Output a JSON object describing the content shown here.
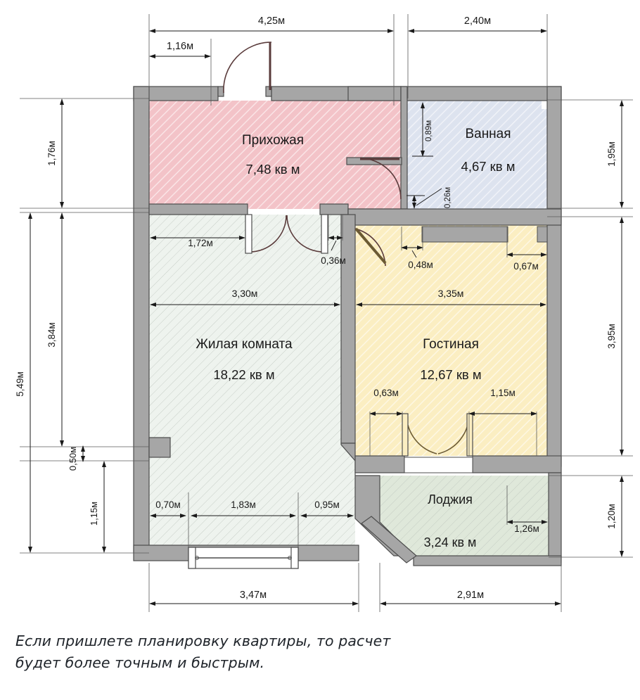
{
  "document": {
    "type": "apartment-floor-plan",
    "units": "м / кв м"
  },
  "caption": {
    "line1": "Если пришлете планировку квартиры, то расчет",
    "line2": "будет более точным и быстрым."
  },
  "colors": {
    "hallway_fill": "#f3c3c8",
    "bathroom_fill": "#dde3ef",
    "living_room_fill": "#e9f0ea",
    "lounge_fill": "#fbeec2",
    "loggia_fill": "#dfe8da",
    "wall_fill": "#a6a6a6",
    "wall_stroke": "#4d4d4d",
    "dimension_line": "#1a1a1a",
    "text": "#1a1a1a"
  },
  "rooms": [
    {
      "id": "hallway",
      "name": "Прихожая",
      "area": "7,48 кв м",
      "fill": "#f3c3c8"
    },
    {
      "id": "bathroom",
      "name": "Ванная",
      "area": "4,67 кв м",
      "fill": "#dde3ef"
    },
    {
      "id": "living_room",
      "name": "Жилая комната",
      "area": "18,22 кв м",
      "fill": "#e9f0ea"
    },
    {
      "id": "lounge",
      "name": "Гостиная",
      "area": "12,67 кв м",
      "fill": "#fbeec2"
    },
    {
      "id": "loggia",
      "name": "Лоджия",
      "area": "3,24 кв м",
      "fill": "#dfe8da"
    }
  ],
  "dimensions": {
    "top": [
      {
        "id": "top-4-25",
        "label": "4,25м"
      },
      {
        "id": "top-1-16",
        "label": "1,16м"
      },
      {
        "id": "top-2-40",
        "label": "2,40м"
      }
    ],
    "left": [
      {
        "id": "left-1-76",
        "label": "1,76м"
      },
      {
        "id": "left-3-84",
        "label": "3,84м"
      },
      {
        "id": "left-5-49",
        "label": "5,49м"
      },
      {
        "id": "left-0-50",
        "label": "0,50м"
      },
      {
        "id": "left-1-15",
        "label": "1,15м"
      }
    ],
    "right": [
      {
        "id": "right-1-95",
        "label": "1,95м"
      },
      {
        "id": "right-3-95",
        "label": "3,95м"
      },
      {
        "id": "right-1-20",
        "label": "1,20м"
      }
    ],
    "bottom": [
      {
        "id": "bottom-3-47",
        "label": "3,47м"
      },
      {
        "id": "bottom-2-91",
        "label": "2,91м"
      }
    ],
    "interior": [
      {
        "id": "bath-0-89",
        "label": "0,89м"
      },
      {
        "id": "bath-0-26",
        "label": "0,26м"
      },
      {
        "id": "liv-1-72",
        "label": "1,72м"
      },
      {
        "id": "liv-0-36",
        "label": "0,36м"
      },
      {
        "id": "lng-0-48",
        "label": "0,48м"
      },
      {
        "id": "lng-0-67",
        "label": "0,67м"
      },
      {
        "id": "liv-3-30",
        "label": "3,30м"
      },
      {
        "id": "lng-3-35",
        "label": "3,35м"
      },
      {
        "id": "lng-0-63",
        "label": "0,63м"
      },
      {
        "id": "lng-1-15",
        "label": "1,15м"
      },
      {
        "id": "liv-0-70",
        "label": "0,70м"
      },
      {
        "id": "liv-1-83",
        "label": "1,83м"
      },
      {
        "id": "liv-0-95",
        "label": "0,95м"
      },
      {
        "id": "log-1-26",
        "label": "1,26м"
      }
    ]
  }
}
